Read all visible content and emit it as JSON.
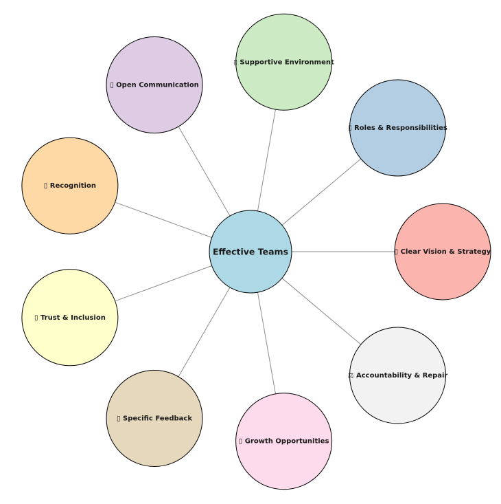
{
  "center": {
    "label": "Effective Teams",
    "color": "#add8e6"
  },
  "nodes": [
    {
      "label": "Clear Vision & Strategy",
      "icon": "missing-glyph-icon",
      "glyph": "▯",
      "color": "#fbb4ae"
    },
    {
      "label": "Roles & Responsibilities",
      "icon": "missing-glyph-icon",
      "glyph": "▯",
      "color": "#b3cde3"
    },
    {
      "label": "Supportive Environment",
      "icon": "missing-glyph-icon",
      "glyph": "▯",
      "color": "#ccebc5"
    },
    {
      "label": "Open Communication",
      "icon": "missing-glyph-icon",
      "glyph": "▯",
      "color": "#decbe4"
    },
    {
      "label": "Recognition",
      "icon": "missing-glyph-icon",
      "glyph": "▯",
      "color": "#fed9a6"
    },
    {
      "label": "Trust & Inclusion",
      "icon": "missing-glyph-icon",
      "glyph": "▯",
      "color": "#ffffcc"
    },
    {
      "label": "Specific Feedback",
      "icon": "missing-glyph-icon",
      "glyph": "▯",
      "color": "#e5d8bd"
    },
    {
      "label": "Growth Opportunities",
      "icon": "missing-glyph-icon",
      "glyph": "▯",
      "color": "#fddaec"
    },
    {
      "label": "Accountability & Repair",
      "icon": "scales-icon",
      "glyph": "⚖",
      "color": "#f2f2f2"
    }
  ]
}
